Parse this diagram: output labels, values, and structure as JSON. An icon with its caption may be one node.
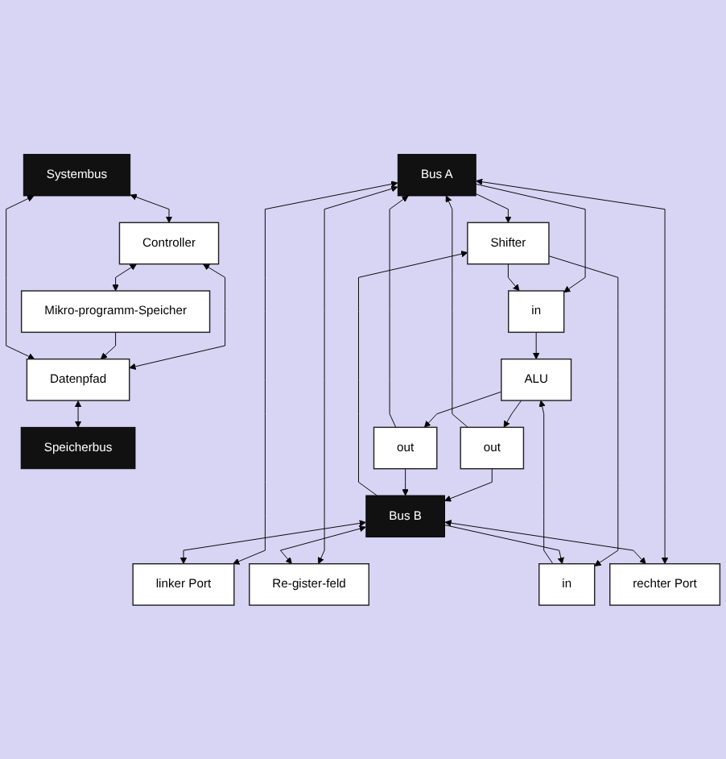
{
  "diagram": {
    "nodes": [
      {
        "text": [
          "Systembus"
        ]
      },
      {
        "text": [
          "Controller"
        ]
      },
      {
        "text": [
          "Mikro-programm-Speicher"
        ]
      },
      {
        "text": [
          "Datenpfad"
        ]
      },
      {
        "text": [
          "Speicherbus"
        ]
      },
      {
        "text": [
          "Bus A"
        ]
      },
      {
        "text": [
          "linker Port"
        ]
      },
      {
        "text": [
          "Re-gister-feld"
        ]
      },
      {
        "text": [
          "Shifter"
        ]
      },
      {
        "text": [
          "in"
        ]
      },
      {
        "text": [
          "ALU"
        ]
      },
      {
        "text": [
          "out"
        ]
      },
      {
        "text": [
          "rechter Port"
        ]
      },
      {
        "text": [
          "in"
        ]
      },
      {
        "text": [
          "out"
        ]
      },
      {
        "text": [
          "Bus B"
        ]
      }
    ],
    "edges": [
      {
        "from": 0,
        "to": 1,
        "arrow": "both"
      },
      {
        "from": 1,
        "to": 2,
        "arrow": "both"
      },
      {
        "from": 1,
        "to": 3,
        "arrow": "both"
      },
      {
        "from": 2,
        "to": 3,
        "arrow": "to"
      },
      {
        "from": 0,
        "to": 3,
        "arrow": "both"
      },
      {
        "from": 3,
        "to": 4,
        "arrow": "both"
      },
      {
        "from": 5,
        "to": 6,
        "arrow": "both"
      },
      {
        "from": 5,
        "to": 7,
        "arrow": "both"
      },
      {
        "from": 5,
        "to": 8,
        "arrow": "to"
      },
      {
        "from": 5,
        "to": 9,
        "arrow": "to"
      },
      {
        "from": 11,
        "to": 5,
        "arrow": "to"
      },
      {
        "from": 14,
        "to": 5,
        "arrow": "to"
      },
      {
        "from": 5,
        "to": 12,
        "arrow": "both"
      },
      {
        "from": 8,
        "to": 9,
        "arrow": "to"
      },
      {
        "from": 8,
        "to": 13,
        "arrow": "to"
      },
      {
        "from": 9,
        "to": 10,
        "arrow": "to"
      },
      {
        "from": 13,
        "to": 10,
        "arrow": "to"
      },
      {
        "from": 10,
        "to": 11,
        "arrow": "to"
      },
      {
        "from": 10,
        "to": 14,
        "arrow": "to"
      },
      {
        "from": 15,
        "to": 6,
        "arrow": "both"
      },
      {
        "from": 15,
        "to": 7,
        "arrow": "both"
      },
      {
        "from": 15,
        "to": 8,
        "arrow": "to"
      },
      {
        "from": 15,
        "to": 13,
        "arrow": "to"
      },
      {
        "from": 14,
        "to": 15,
        "arrow": "to"
      },
      {
        "from": 11,
        "to": 15,
        "arrow": "to"
      },
      {
        "from": 15,
        "to": 12,
        "arrow": "both"
      }
    ]
  }
}
